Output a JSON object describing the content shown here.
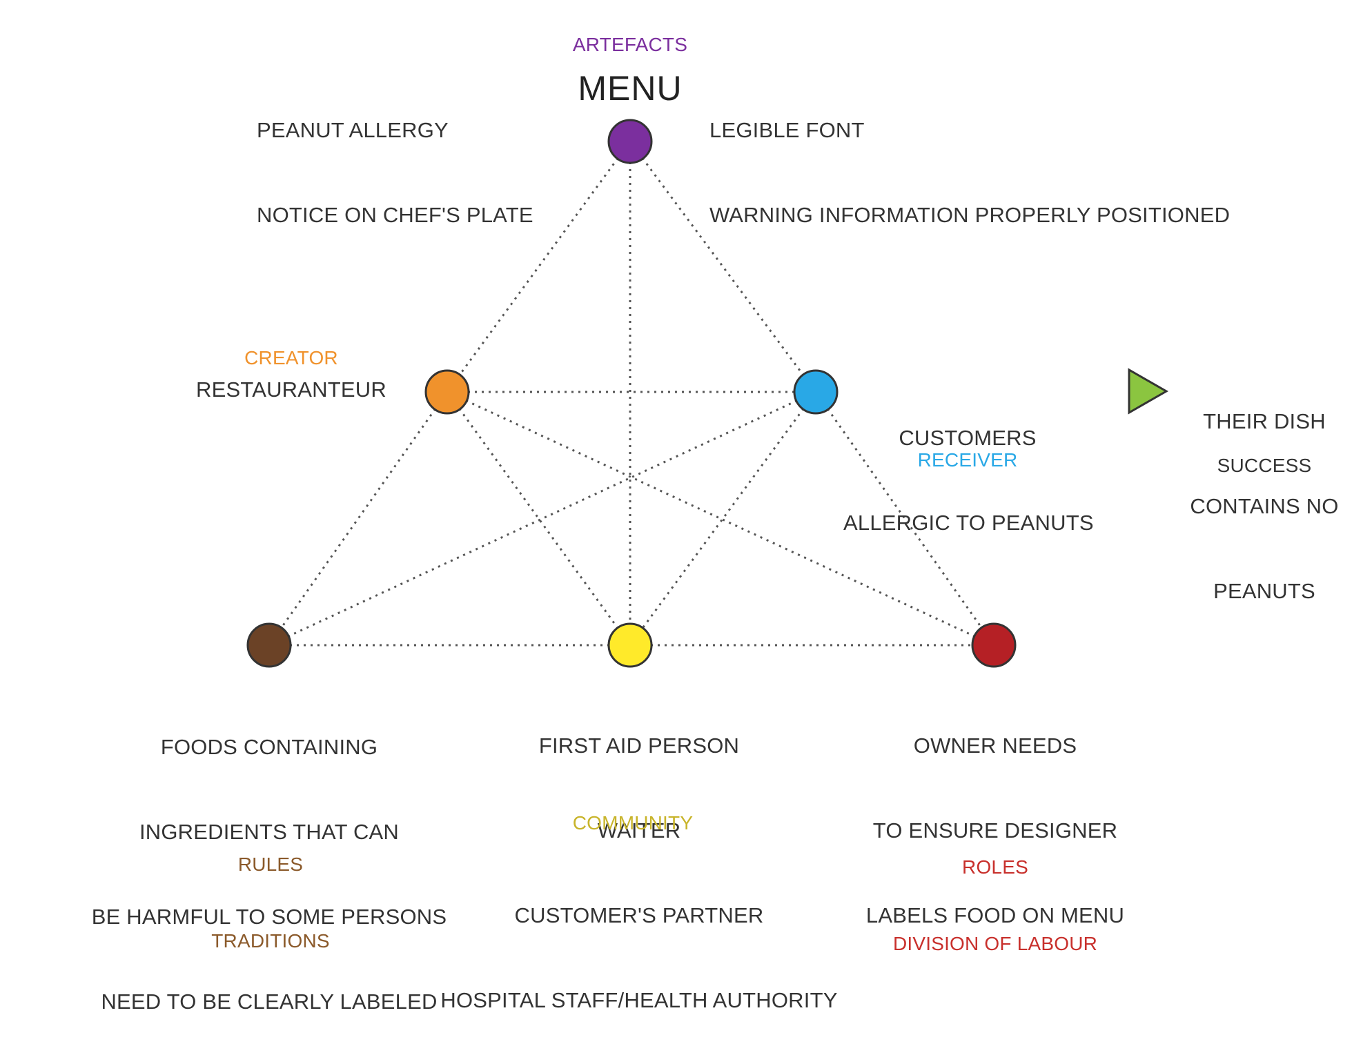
{
  "artefacts": {
    "category": "ARTEFACTS",
    "name": "MENU"
  },
  "artefact_notes": {
    "left": [
      "PEANUT ALLERGY",
      "NOTICE ON CHEF'S PLATE"
    ],
    "right": [
      "LEGIBLE FONT",
      "WARNING INFORMATION PROPERLY POSITIONED"
    ]
  },
  "creator": {
    "category": "CREATOR",
    "name": "RESTAURANTEUR"
  },
  "receiver": {
    "category": "RECEIVER",
    "name": [
      "CUSTOMERS",
      "ALLERGIC TO PEANUTS"
    ]
  },
  "outcome": {
    "text": [
      "THEIR DISH",
      "CONTAINS NO",
      "PEANUTS"
    ],
    "result": "SUCCESS"
  },
  "rules": {
    "description": [
      "FOODS CONTAINING",
      "INGREDIENTS THAT CAN",
      "BE HARMFUL TO SOME PERSONS",
      "NEED TO BE CLEARLY LABELED"
    ],
    "category": [
      "RULES",
      "TRADITIONS"
    ]
  },
  "community": {
    "description": [
      "FIRST AID PERSON",
      "WAITER",
      "CUSTOMER'S PARTNER",
      "HOSPITAL STAFF/HEALTH AUTHORITY"
    ],
    "category": "COMMUNITY"
  },
  "roles": {
    "description": [
      "OWNER NEEDS",
      "TO ENSURE DESIGNER",
      "LABELS FOOD ON MENU"
    ],
    "category": [
      "ROLES",
      "DIVISION OF LABOUR"
    ]
  },
  "colors": {
    "artefacts": "#7b2f9e",
    "creator": "#f0922c",
    "receiver": "#29a8e6",
    "rules": "#6b4226",
    "community": "#ffea2a",
    "community_label": "#c8b42a",
    "roles": "#b52025",
    "outcome_arrow": "#8bc540",
    "rules_label": "#8b5a2b",
    "roles_label": "#c8302c",
    "text": "#333333",
    "dotted_line": "#555555"
  },
  "icons": {
    "outcome_arrow": "triangle-right-icon"
  }
}
